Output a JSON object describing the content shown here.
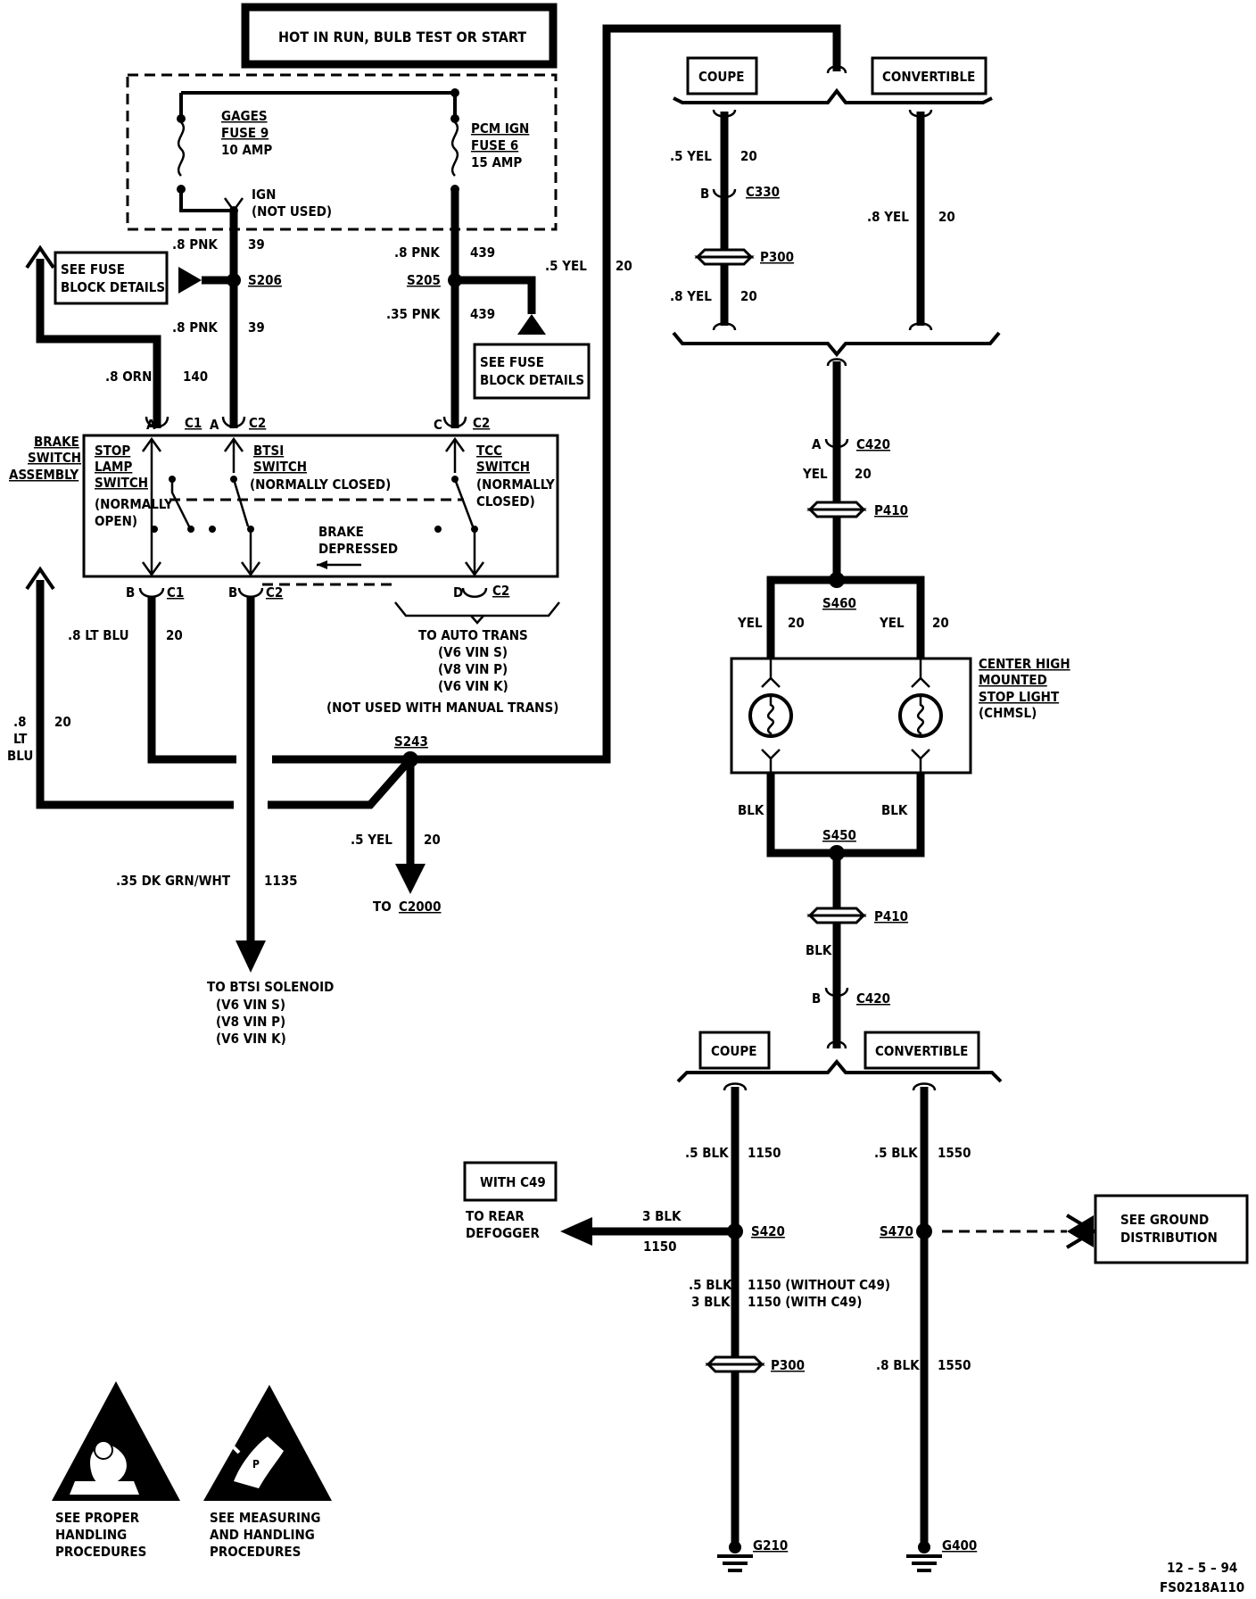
{
  "power_banner": "HOT IN RUN, BULB TEST OR START",
  "fuses": {
    "gages": {
      "name": "GAGES",
      "fuse": "FUSE 9",
      "rating": "10 AMP"
    },
    "pcm": {
      "name": "PCM IGN",
      "fuse": "FUSE 6",
      "rating": "15 AMP"
    },
    "ign_label": "IGN",
    "not_used": "(NOT USED)"
  },
  "see_fuse_block": {
    "line1": "SEE FUSE",
    "line2": "BLOCK DETAILS"
  },
  "wires": {
    "pnk39_top": {
      "size": ".8 PNK",
      "circuit": "39"
    },
    "pnk39_bot": {
      "size": ".8 PNK",
      "circuit": "39"
    },
    "pnk439_top": {
      "size": ".8 PNK",
      "circuit": "439"
    },
    "pnk439_bot": {
      "size": ".35 PNK",
      "circuit": "439"
    },
    "yel20_feed": {
      "size": ".5 YEL",
      "circuit": "20"
    },
    "orn140": {
      "size": ".8 ORN",
      "circuit": "140"
    },
    "ltblu20": {
      "size": ".8 LT BLU",
      "circuit": "20"
    },
    "ltblu20_left": {
      "size1": ".8",
      "size2": "LT",
      "size3": "BLU",
      "circuit": "20"
    },
    "dkgrn1135": {
      "size": ".35 DK GRN/WHT",
      "circuit": "1135"
    },
    "yel20_c2000": {
      "size": ".5 YEL",
      "circuit": "20"
    },
    "coupe_yel_top": {
      "size": ".5 YEL",
      "circuit": "20"
    },
    "coupe_yel_bot": {
      "size": ".8 YEL",
      "circuit": "20"
    },
    "conv_yel": {
      "size": ".8 YEL",
      "circuit": "20"
    },
    "yel_c420": {
      "size": "YEL",
      "circuit": "20"
    },
    "yel_left": {
      "size": "YEL",
      "circuit": "20"
    },
    "yel_right": {
      "size": "YEL",
      "circuit": "20"
    },
    "blk_left": "BLK",
    "blk_right": "BLK",
    "blk_p410": "BLK",
    "coupe_blk_top": {
      "size": ".5 BLK",
      "circuit": "1150"
    },
    "conv_blk_top": {
      "size": ".5 BLK",
      "circuit": "1550"
    },
    "defog_blk": {
      "size": "3 BLK",
      "circuit": "1150"
    },
    "coupe_blk_mid1": {
      "size": ".5 BLK",
      "circuit": "1150 (WITHOUT C49)"
    },
    "coupe_blk_mid2": {
      "size": "3 BLK",
      "circuit": "1150 (WITH C49)"
    },
    "conv_blk_bot": {
      "size": ".8 BLK",
      "circuit": "1550"
    }
  },
  "splices": {
    "s206": "S206",
    "s205": "S205",
    "s243": "S243",
    "s460": "S460",
    "s450": "S450",
    "s420": "S420",
    "s470": "S470"
  },
  "connectors": {
    "c330": {
      "pin": "B",
      "name": "C330"
    },
    "p300a": "P300",
    "c420a": {
      "pin": "A",
      "name": "C420"
    },
    "p410a": "P410",
    "p410b": "P410",
    "c420b": {
      "pin": "B",
      "name": "C420"
    },
    "p300b": "P300",
    "sw_top": [
      {
        "pin": "A",
        "name": "C1"
      },
      {
        "pin": "A",
        "name": "C2"
      },
      {
        "pin": "C",
        "name": "C2"
      }
    ],
    "sw_bot": [
      {
        "pin": "B",
        "name": "C1"
      },
      {
        "pin": "B",
        "name": "C2"
      },
      {
        "pin": "D",
        "name": "C2"
      }
    ]
  },
  "brake_switch": {
    "assembly": [
      "BRAKE",
      "SWITCH",
      "ASSEMBLY"
    ],
    "stop_lamp": [
      "STOP",
      "LAMP",
      "SWITCH",
      "(NORMALLY",
      "OPEN)"
    ],
    "btsi": [
      "BTSI",
      "SWITCH",
      "(NORMALLY CLOSED)"
    ],
    "tcc": [
      "TCC",
      "SWITCH",
      "(NORMALLY",
      "CLOSED)"
    ],
    "brake_depressed": [
      "BRAKE",
      "DEPRESSED"
    ]
  },
  "to_auto_trans": [
    "TO AUTO TRANS",
    "(V6 VIN S)",
    "(V8 VIN P)",
    "(V6 VIN K)",
    "(NOT USED WITH MANUAL TRANS)"
  ],
  "to_c2000": {
    "prefix": "TO",
    "name": "C2000"
  },
  "to_btsi": [
    "TO BTSI SOLENOID",
    "(V6 VIN S)",
    "(V8 VIN P)",
    "(V6 VIN K)"
  ],
  "body_style": {
    "coupe": "COUPE",
    "convertible": "CONVERTIBLE"
  },
  "chmsl": [
    "CENTER HIGH",
    "MOUNTED",
    "STOP LIGHT",
    "(CHMSL)"
  ],
  "with_c49": "WITH C49",
  "to_rear_defogger": [
    "TO REAR",
    "DEFOGGER"
  ],
  "see_ground": [
    "SEE GROUND",
    "DISTRIBUTION"
  ],
  "grounds": {
    "g210": "G210",
    "g400": "G400"
  },
  "warnings": {
    "handling": [
      "SEE PROPER",
      "HANDLING",
      "PROCEDURES"
    ],
    "measuring": [
      "SEE MEASURING",
      "AND HANDLING",
      "PROCEDURES"
    ]
  },
  "footer": {
    "date": "12 – 5 – 94",
    "code": "FS0218A110"
  }
}
